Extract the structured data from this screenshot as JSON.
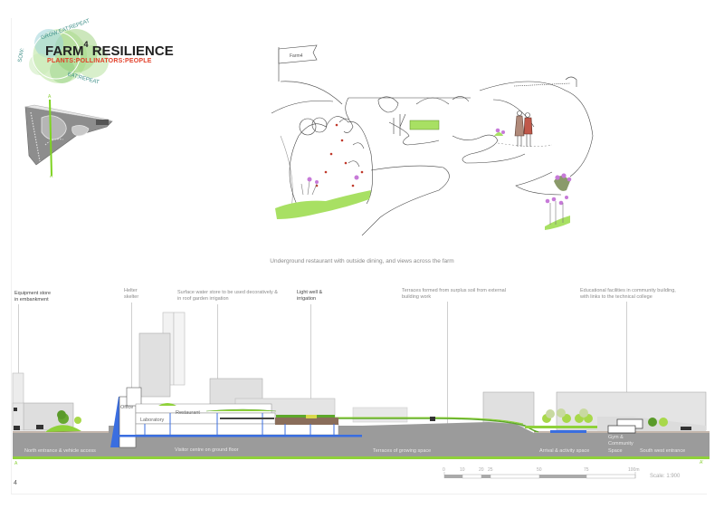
{
  "logo": {
    "title": "FARM",
    "superscript": "4",
    "title2": "RESILIENCE",
    "subtitle": "PLANTS:POLLINATORS:PEOPLE",
    "ring_text_top": "GROW:EAT:REPEAT",
    "ring_text_left": "SOW:",
    "ring_text_bottom": "EAT:REPEAT",
    "colors": {
      "title": "#222222",
      "subtitle": "#e2402a",
      "ring": "#3e8f88",
      "splash": "#8fd16a"
    }
  },
  "keyplan": {
    "section_line_color": "#7ed321",
    "marker_top": "A",
    "marker_bottom": "A"
  },
  "sketch": {
    "flag_text": "Farm4",
    "caption": "Underground restaurant with outside dining, and views across the farm"
  },
  "annotations": [
    {
      "id": "equipment-store",
      "lines": [
        "Equipment store",
        "in embankment"
      ]
    },
    {
      "id": "helter-skelter",
      "lines": [
        "Helter",
        "skelter"
      ]
    },
    {
      "id": "surface-water",
      "lines": [
        "Surface water store to be used decoratively &",
        "in roof garden irrigation"
      ]
    },
    {
      "id": "light-well",
      "lines": [
        "Light well &",
        "irrigation"
      ]
    },
    {
      "id": "terraces-soil",
      "lines": [
        "Terraces formed from surplus soil from external",
        "building work"
      ]
    },
    {
      "id": "educational",
      "lines": [
        "Educational facilities in community building,",
        "with links to the technical college"
      ]
    }
  ],
  "section": {
    "rooms": {
      "office": "Office",
      "restaurant": "Restaurant",
      "laboratory": "Laboratory"
    },
    "ground_labels": {
      "north_entrance": "North entrance & vehicle access",
      "visitor_centre": "Visitor centre on ground floor",
      "terraces": "Terraces of growing space",
      "arrival": "Arrival & activity space",
      "gym_1": "Gym &",
      "gym_2": "Community",
      "gym_3": "Space",
      "south_west": "South west entrance"
    },
    "marker_left": "A",
    "marker_right": "A'",
    "colors": {
      "ground": "#9b9b9b",
      "grass": "#8fd13a",
      "water": "#3a6ee0",
      "building": "#e2e2e2",
      "soil": "#8a6d5a"
    }
  },
  "scale": {
    "ticks": [
      "0",
      "10",
      "20",
      "25",
      "50",
      "75",
      "100m"
    ],
    "label": "Scale: 1:900"
  },
  "page_number": "4"
}
